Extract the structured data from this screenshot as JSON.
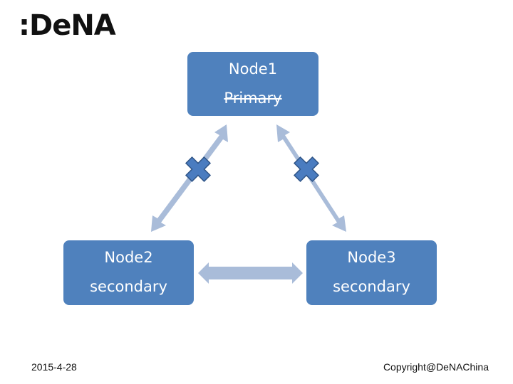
{
  "logo": {
    "text": ":DeNA"
  },
  "nodes": [
    {
      "name": "Node1",
      "role": "Primary",
      "role_struck": true
    },
    {
      "name": "Node2",
      "role": "secondary",
      "role_struck": false
    },
    {
      "name": "Node3",
      "role": "secondary",
      "role_struck": false
    }
  ],
  "connections": [
    {
      "from": "Node1",
      "to": "Node2",
      "status": "broken",
      "marker": "x-icon"
    },
    {
      "from": "Node1",
      "to": "Node3",
      "status": "broken",
      "marker": "x-icon"
    },
    {
      "from": "Node2",
      "to": "Node3",
      "status": "connected"
    }
  ],
  "colors": {
    "node_fill": "#4f81bd",
    "arrow_fill": "#a9bcd9",
    "x_fill": "#4a7cc0",
    "x_stroke": "#2f5486"
  },
  "footer": {
    "date": "2015-4-28",
    "copyright": "Copyright@DeNAChina"
  }
}
